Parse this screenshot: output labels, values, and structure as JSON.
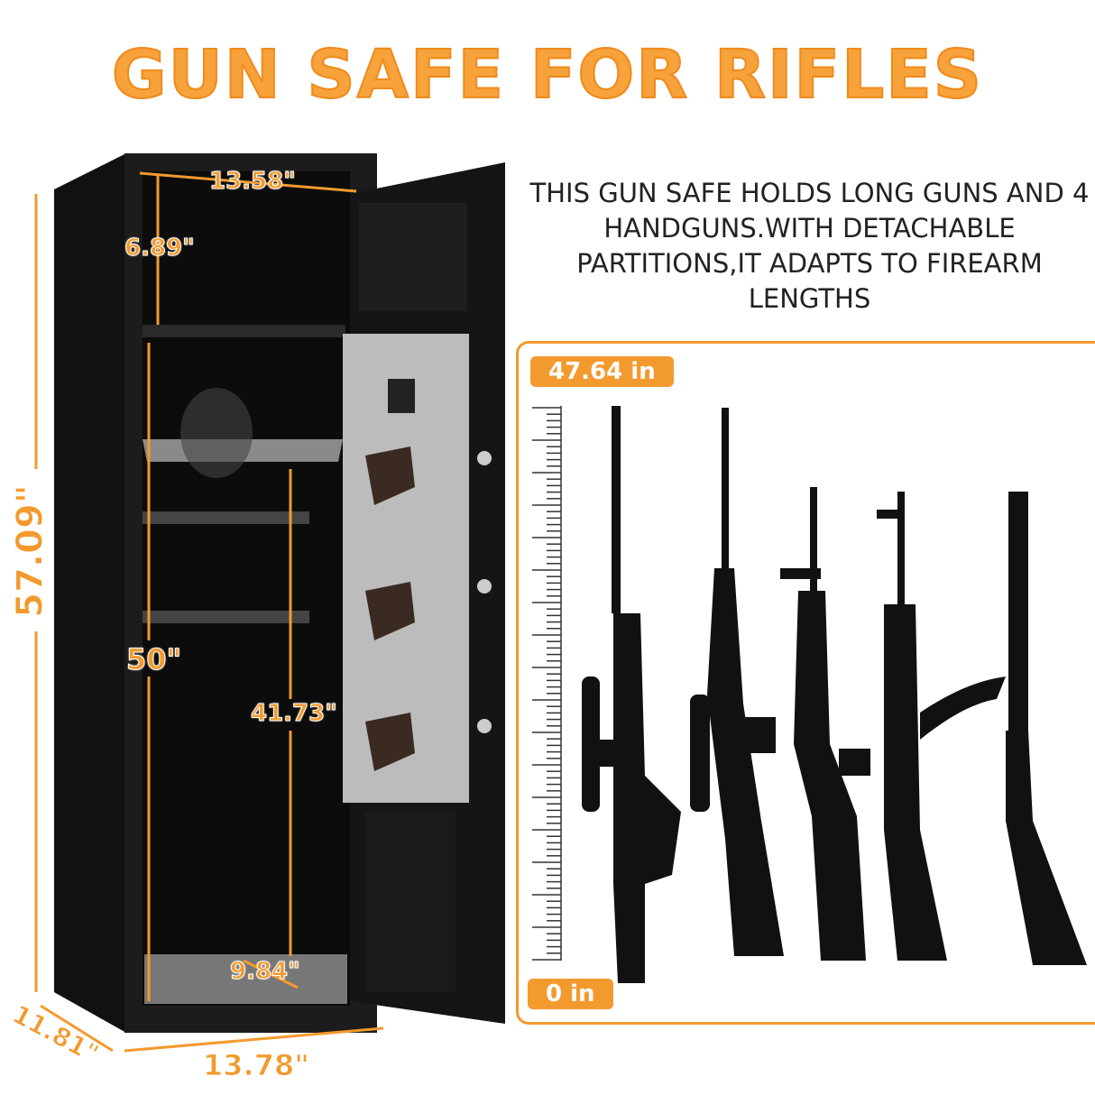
{
  "title": "GUN SAFE FOR RIFLES",
  "description": "THIS GUN SAFE HOLDS LONG GUNS AND 4 HANDGUNS.WITH DETACHABLE PARTITIONS,IT ADAPTS TO FIREARM LENGTHS",
  "ruler": {
    "top_label": "47.64 in",
    "bottom_label": "0 in"
  },
  "dimensions": {
    "inner_width": "13.58\"",
    "top_compartment": "6.89\"",
    "lower_compartment": "50\"",
    "partition_height": "41.73\"",
    "floor_depth": "9.84\"",
    "outer_height": "57.09\"",
    "outer_depth": "11.81\"",
    "outer_width": "13.78\""
  },
  "colors": {
    "accent": "#f39a2e",
    "safe_body": "#1a1a1a",
    "felt": "#c9c9c9"
  }
}
